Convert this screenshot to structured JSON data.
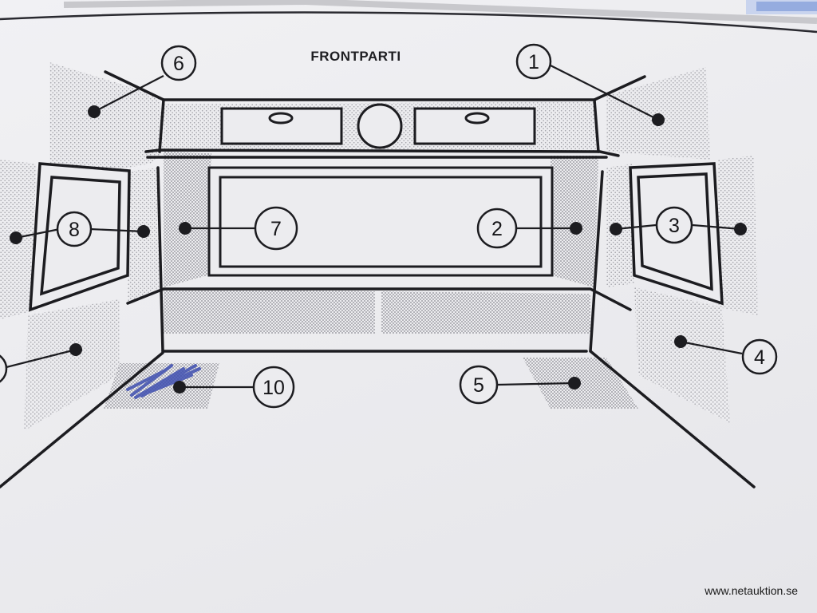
{
  "diagram": {
    "title": "FRONTPARTI",
    "callouts": [
      "6",
      "1",
      "8",
      "7",
      "2",
      "3",
      "4",
      "10",
      "5"
    ]
  },
  "footer": {
    "watermark": "www.netauktion.se"
  },
  "colors": {
    "paper": "#ececef",
    "ink": "#1e1e22",
    "shading": "#9a9aa0",
    "marker_blue": "#3f4fb0",
    "header_blue": "#5a7fd0"
  }
}
